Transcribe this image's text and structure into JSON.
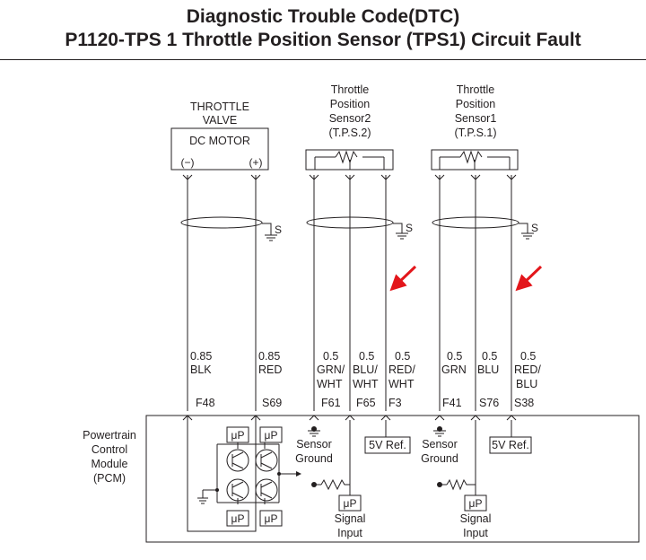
{
  "header": {
    "title_line1": "Diagnostic Trouble Code(DTC)",
    "title_line2": "P1120-TPS 1 Throttle Position Sensor (TPS1) Circuit Fault"
  },
  "components": {
    "throttle_valve": {
      "label_line1": "THROTTLE",
      "label_line2": "VALVE",
      "box_label": "DC MOTOR",
      "pin_neg": "(−)",
      "pin_pos": "(+)"
    },
    "tps2": {
      "line1": "Throttle",
      "line2": "Position",
      "line3": "Sensor2",
      "line4": "(T.P.S.2)"
    },
    "tps1": {
      "line1": "Throttle",
      "line2": "Position",
      "line3": "Sensor1",
      "line4": "(T.P.S.1)"
    },
    "shield_label": "S"
  },
  "wires": [
    {
      "gauge": "0.85",
      "color1": "BLK",
      "color2": "",
      "pin": "F48"
    },
    {
      "gauge": "0.85",
      "color1": "RED",
      "color2": "",
      "pin": "S69"
    },
    {
      "gauge": "0.5",
      "color1": "GRN/",
      "color2": "WHT",
      "pin": "F61"
    },
    {
      "gauge": "0.5",
      "color1": "BLU/",
      "color2": "WHT",
      "pin": "F65"
    },
    {
      "gauge": "0.5",
      "color1": "RED/",
      "color2": "WHT",
      "pin": "F3"
    },
    {
      "gauge": "0.5",
      "color1": "GRN",
      "color2": "",
      "pin": "F41"
    },
    {
      "gauge": "0.5",
      "color1": "BLU",
      "color2": "",
      "pin": "S76"
    },
    {
      "gauge": "0.5",
      "color1": "RED/",
      "color2": "BLU",
      "pin": "S38"
    }
  ],
  "pcm": {
    "label_line1": "Powertrain",
    "label_line2": "Control",
    "label_line3": "Module",
    "label_line4": "(PCM)",
    "up_label": "μP",
    "sensor_ground_line1": "Sensor",
    "sensor_ground_line2": "Ground",
    "ref_label": "5V Ref.",
    "signal_line1": "Signal",
    "signal_line2": "Input"
  },
  "colors": {
    "line": "#231f20",
    "arrow": "#e3161b"
  }
}
